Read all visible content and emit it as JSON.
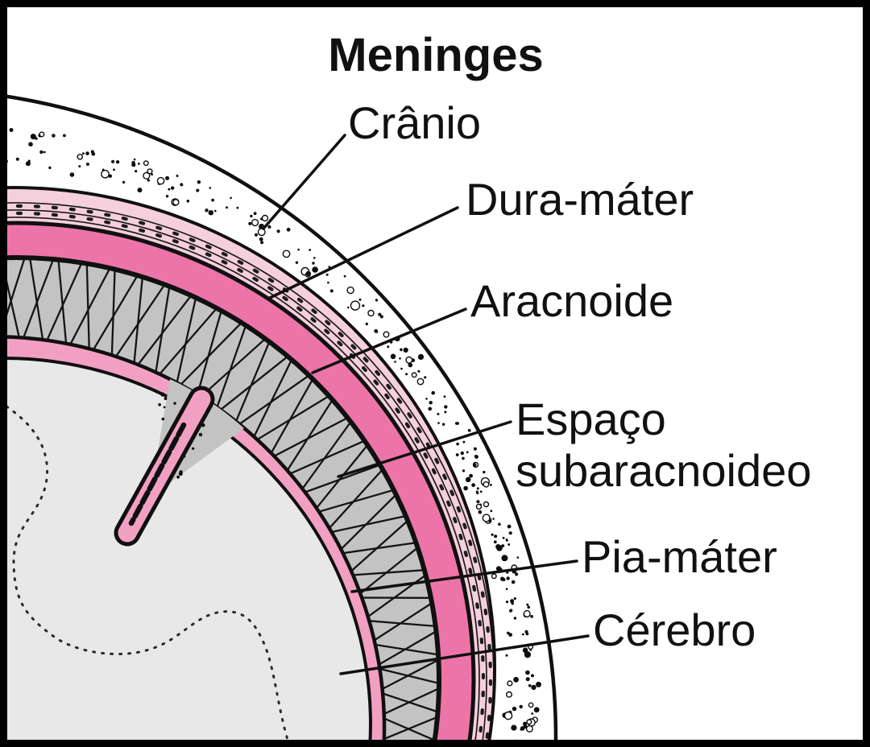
{
  "title": "Meninges",
  "labels": {
    "cranio": "Crânio",
    "dura_mater": "Dura-máter",
    "aracnoide": "Aracnoide",
    "espaco_line1": "Espaço",
    "espaco_line2": "subaracnoideo",
    "pia_mater": "Pia-máter",
    "cerebro": "Cérebro"
  },
  "colors": {
    "background": "#ffffff",
    "outline": "#101010",
    "skull_fill": "#ffffff",
    "dura_fill": "#f6cfdd",
    "arachnoid_fill": "#ec74a8",
    "subarachnoid_fill": "#c3c3c3",
    "pia_fill": "#f2a0c2",
    "brain_fill": "#e8e8e8",
    "speckle": "#0d0d0d",
    "text": "#111111"
  }
}
